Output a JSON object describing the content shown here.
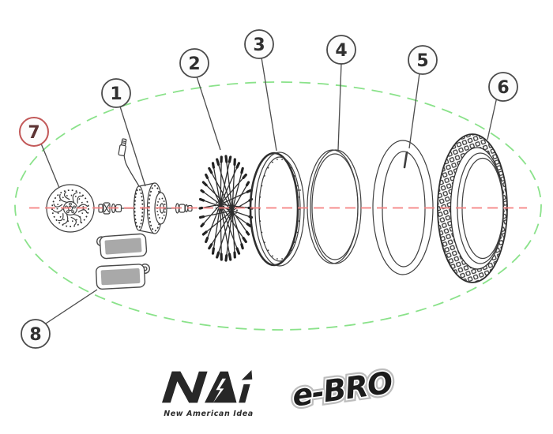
{
  "callouts": [
    {
      "label": "1"
    },
    {
      "label": "2"
    },
    {
      "label": "3"
    },
    {
      "label": "4"
    },
    {
      "label": "5"
    },
    {
      "label": "6"
    },
    {
      "label": "7",
      "highlighted": true
    },
    {
      "label": "8"
    }
  ],
  "colors": {
    "highlight_fill": "#ee8383",
    "highlight_stroke": "#c25858",
    "centerline": "#f58080",
    "boundary": "#8ae28a",
    "line_color": "#3f3f3f"
  },
  "logos": {
    "nai_tagline": "New American Idea",
    "ebro": "e-BRO"
  }
}
